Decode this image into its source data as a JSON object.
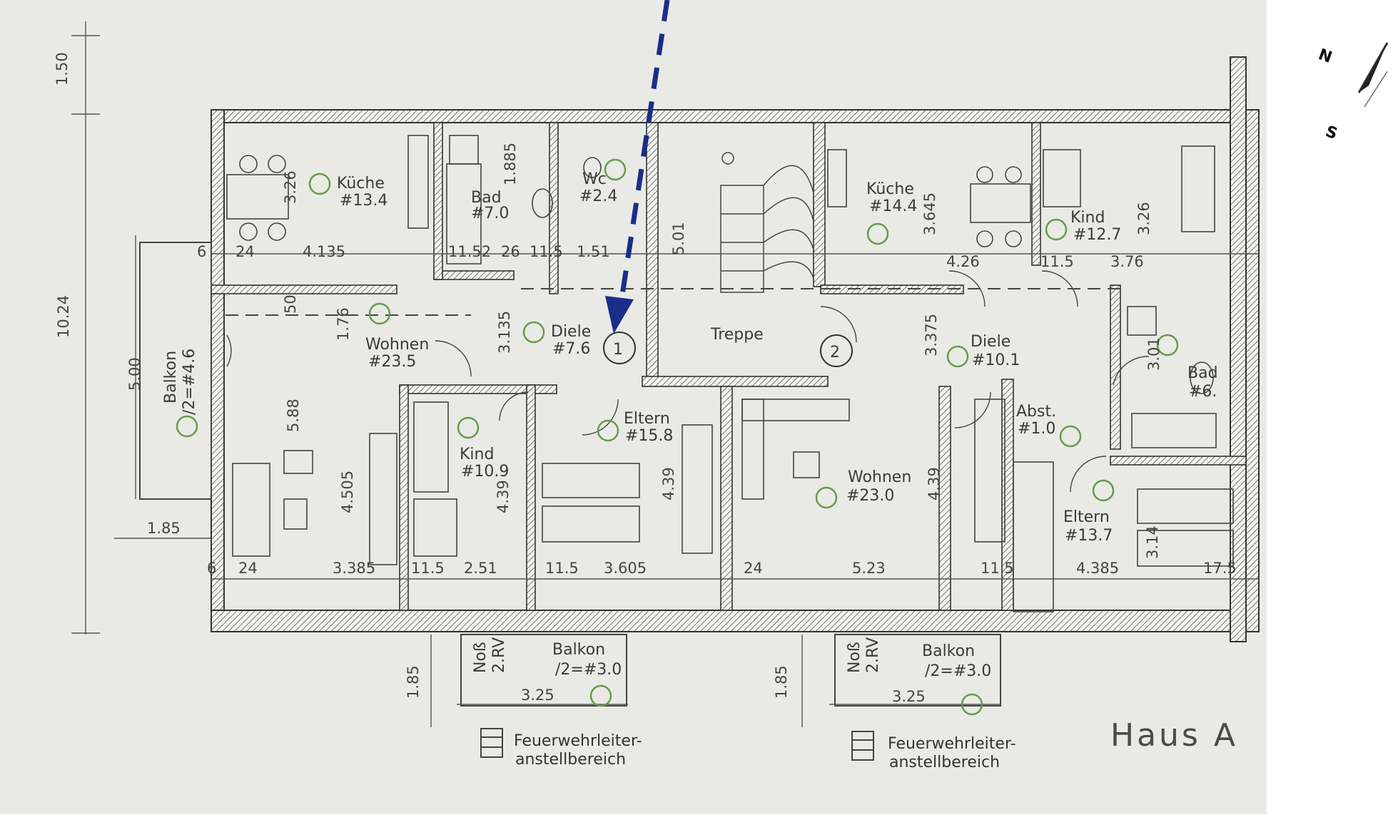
{
  "title": "Haus A",
  "compass": {
    "north": "N",
    "south": "S"
  },
  "stair": {
    "label": "Treppe",
    "unit1": "1",
    "unit2": "2"
  },
  "unit1": {
    "rooms": {
      "kueche": {
        "name": "Küche",
        "area": "#13.4"
      },
      "bad": {
        "name": "Bad",
        "area": "#7.0"
      },
      "wc": {
        "name": "Wc",
        "area": "#2.4"
      },
      "wohnen": {
        "name": "Wohnen",
        "area": "#23.5"
      },
      "diele": {
        "name": "Diele",
        "area": "#7.6"
      },
      "kind": {
        "name": "Kind",
        "area": "#10.9"
      },
      "eltern": {
        "name": "Eltern",
        "area": "#15.8"
      },
      "balkon_side": {
        "name": "Balkon",
        "area": "/2=#4.6"
      },
      "balkon": {
        "name": "Balkon",
        "area": "/2=#3.0"
      }
    },
    "notbalkon": {
      "line1": "Noß",
      "line2": "2.RV"
    },
    "ladder": {
      "line1": "Feuerwehrleiter-",
      "line2": "anstellbereich"
    }
  },
  "unit2": {
    "rooms": {
      "kueche": {
        "name": "Küche",
        "area": "#14.4"
      },
      "kind": {
        "name": "Kind",
        "area": "#12.7"
      },
      "diele": {
        "name": "Diele",
        "area": "#10.1"
      },
      "bad": {
        "name": "Bad",
        "area": "#6."
      },
      "abst": {
        "name": "Abst.",
        "area": "#1.0"
      },
      "wohnen": {
        "name": "Wohnen",
        "area": "#23.0"
      },
      "eltern": {
        "name": "Eltern",
        "area": "#13.7"
      },
      "balkon": {
        "name": "Balkon",
        "area": "/2=#3.0"
      }
    },
    "notbalkon": {
      "line1": "Noß",
      "line2": "2.RV"
    },
    "ladder": {
      "line1": "Feuerwehrleiter-",
      "line2": "anstellbereich"
    }
  },
  "dimensions": {
    "total_depth": "10.24",
    "top_offset": "1.50",
    "balcony_depth": "5.00",
    "balcony_width": "1.85",
    "front_balcony_depth": "1.85",
    "front_balcony_width": "3.25",
    "wall_24": "24",
    "wall_6": "6",
    "wall_11_5": "11.5",
    "row_top_1": "4.135",
    "row_top_2": "11.52",
    "row_top_3": "26",
    "row_top_4": "11.5",
    "row_top_5": "1.51",
    "row_top_6": "4.26",
    "row_top_7": "3.76",
    "row_bottom_1": "3.385",
    "row_bottom_2": "2.51",
    "row_bottom_3": "3.605",
    "row_bottom_4": "5.23",
    "row_bottom_5": "4.385",
    "row_bottom_6": "17.5",
    "v_3_26": "3.26",
    "v_1_885": "1.885",
    "v_5_01": "5.01",
    "v_3_645": "3.645",
    "v_3_26b": "3.26",
    "v_1_76": "1.76",
    "v_50": "50",
    "v_3_135": "3.135",
    "v_5_88": "5.88",
    "v_4_505": "4.505",
    "v_4_39a": "4.39",
    "v_4_39b": "4.39",
    "v_4_39c": "4.39",
    "v_3_375": "3.375",
    "v_3_01": "3.01",
    "v_3_14": "3.14"
  }
}
